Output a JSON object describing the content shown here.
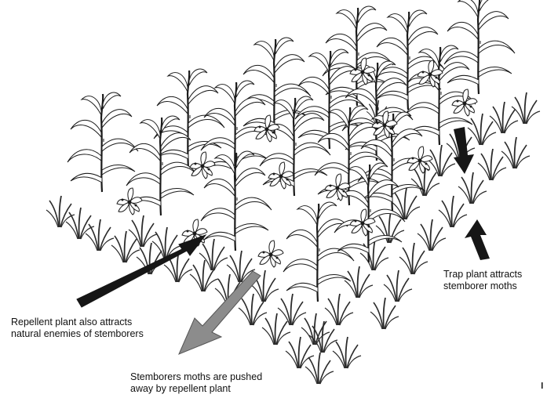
{
  "labels": {
    "repellent": [
      "Repellent plant also attracts",
      "natural enemies of stemborers"
    ],
    "trap": [
      "Trap plant attracts",
      "stemborer moths"
    ],
    "pushed": [
      "Stemborers moths are pushed",
      "away by repellent plant"
    ]
  },
  "colors": {
    "ink": "#1a1a1a",
    "dark_arrow": "#161616",
    "gray_arrow": "#8c8c8c",
    "grass": "#2b2b2b"
  }
}
